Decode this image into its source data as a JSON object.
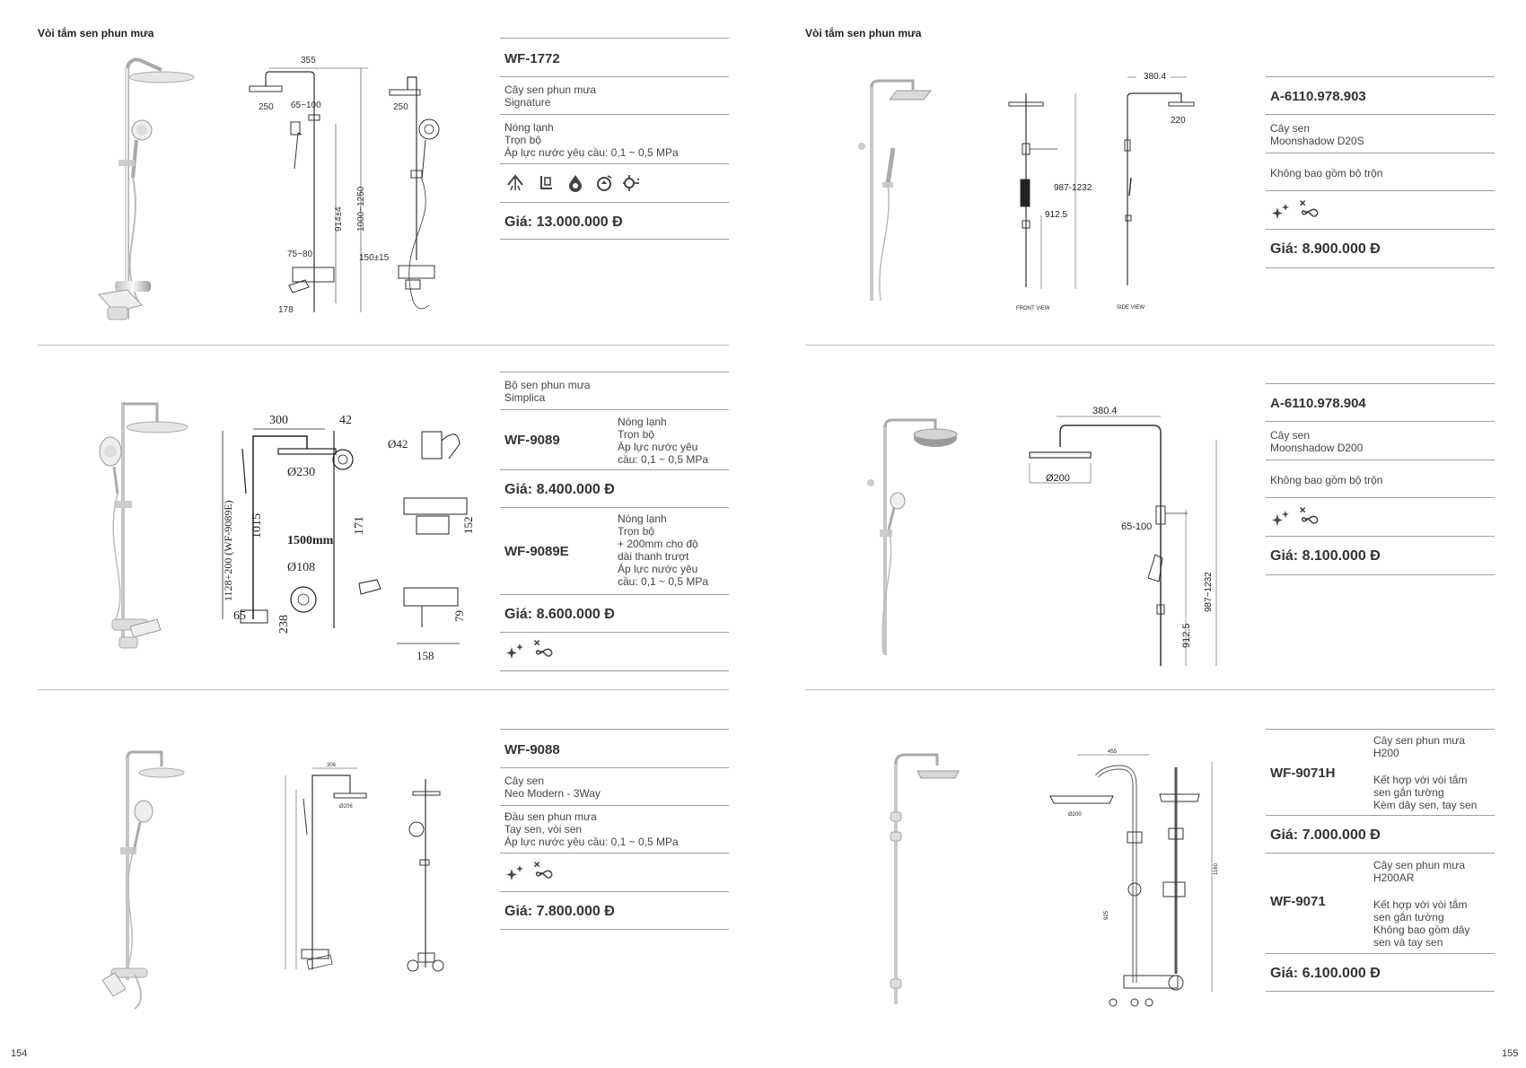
{
  "left_page": {
    "section_title": "Vòi tắm sen phun mưa",
    "page_number": "154",
    "products": [
      {
        "model": "WF-1772",
        "name_lines": [
          "Cây sen phun mưa",
          "Signature"
        ],
        "spec_lines": [
          "Nóng lạnh",
          "Trọn bộ",
          "Áp lực nước yêu cầu: 0,1 ~ 0,5 MPa"
        ],
        "price": "Giá: 13.000.000 Đ",
        "icons": [
          "rain-shower-icon",
          "mixer-icon",
          "hot-cold-drop-icon",
          "flow-icon",
          "gear-valve-icon"
        ],
        "dimensions": [
          "355",
          "250",
          "65~100",
          "250",
          "1000~1250",
          "914±4",
          "75~80",
          "150±15",
          "178"
        ]
      },
      {
        "series_lines": [
          "Bộ sen phun mưa",
          "Simplica"
        ],
        "variants": [
          {
            "model": "WF-9089",
            "spec_lines": [
              "Nóng lạnh",
              "Trọn bộ",
              "Áp lực nước yêu",
              "cầu: 0,1 ~ 0,5 MPa"
            ],
            "price": "Giá: 8.400.000 Đ"
          },
          {
            "model": "WF-9089E",
            "spec_lines": [
              "Nóng lạnh",
              "Trọn bộ",
              "+ 200mm cho độ",
              "dài thanh trượt",
              "Áp lực nước yêu",
              "cầu: 0,1 ~ 0,5 MPa"
            ],
            "price": "Giá: 8.600.000 Đ"
          }
        ],
        "icons": [
          "sparkle-icon",
          "anti-limescale-icon"
        ],
        "dimensions": [
          "300",
          "42",
          "Ø42",
          "Ø230",
          "1128+200 (WF-9089E)",
          "1015",
          "1500mm",
          "Ø108",
          "171",
          "152",
          "65",
          "238",
          "79",
          "158"
        ]
      },
      {
        "model": "WF-9088",
        "name_lines": [
          "Cây sen",
          "Neo Modern - 3Way"
        ],
        "spec_lines": [
          "Đầu sen phun mưa",
          "Tay sen, vòi sen",
          "Áp lực nước yêu cầu: 0,1 ~ 0,5 MPa"
        ],
        "price": "Giá: 7.800.000 Đ",
        "icons": [
          "sparkle-icon",
          "anti-limescale-icon"
        ]
      }
    ]
  },
  "right_page": {
    "section_title": "Vòi tắm sen phun mưa",
    "page_number": "155",
    "products": [
      {
        "model": "A-6110.978.903",
        "name_lines": [
          "Cây sen",
          "Moonshadow D20S"
        ],
        "spec_lines": [
          "Không bao gồm bộ trộn"
        ],
        "price": "Giá: 8.900.000 Đ",
        "icons": [
          "sparkle-icon",
          "anti-limescale-icon"
        ],
        "dimensions": [
          "380.4",
          "220",
          "987-1232",
          "912.5",
          "FRONT VIEW",
          "SIDE VIEW"
        ]
      },
      {
        "model": "A-6110.978.904",
        "name_lines": [
          "Cây sen",
          "Moonshadow D200"
        ],
        "spec_lines": [
          "Không bao gồm bộ trộn"
        ],
        "price": "Giá: 8.100.000 Đ",
        "icons": [
          "sparkle-icon",
          "anti-limescale-icon"
        ],
        "dimensions": [
          "380.4",
          "Ø200",
          "65-100",
          "912.5",
          "987~1232"
        ]
      },
      {
        "variants": [
          {
            "model": "WF-9071H",
            "spec_lines": [
              "Cây sen phun mưa",
              "H200",
              "",
              "Kết hợp với vòi tắm",
              "sen gắn tường",
              "Kèm dây sen, tay sen"
            ],
            "price": "Giá: 7.000.000 Đ"
          },
          {
            "model": "WF-9071",
            "spec_lines": [
              "Cây sen phun mưa",
              "H200AR",
              "",
              "Kết hợp với vòi tắm",
              "sen gắn tường",
              "Không bao gồm dây",
              "sen và tay sen"
            ],
            "price": "Giá: 6.100.000 Đ"
          }
        ]
      }
    ]
  }
}
